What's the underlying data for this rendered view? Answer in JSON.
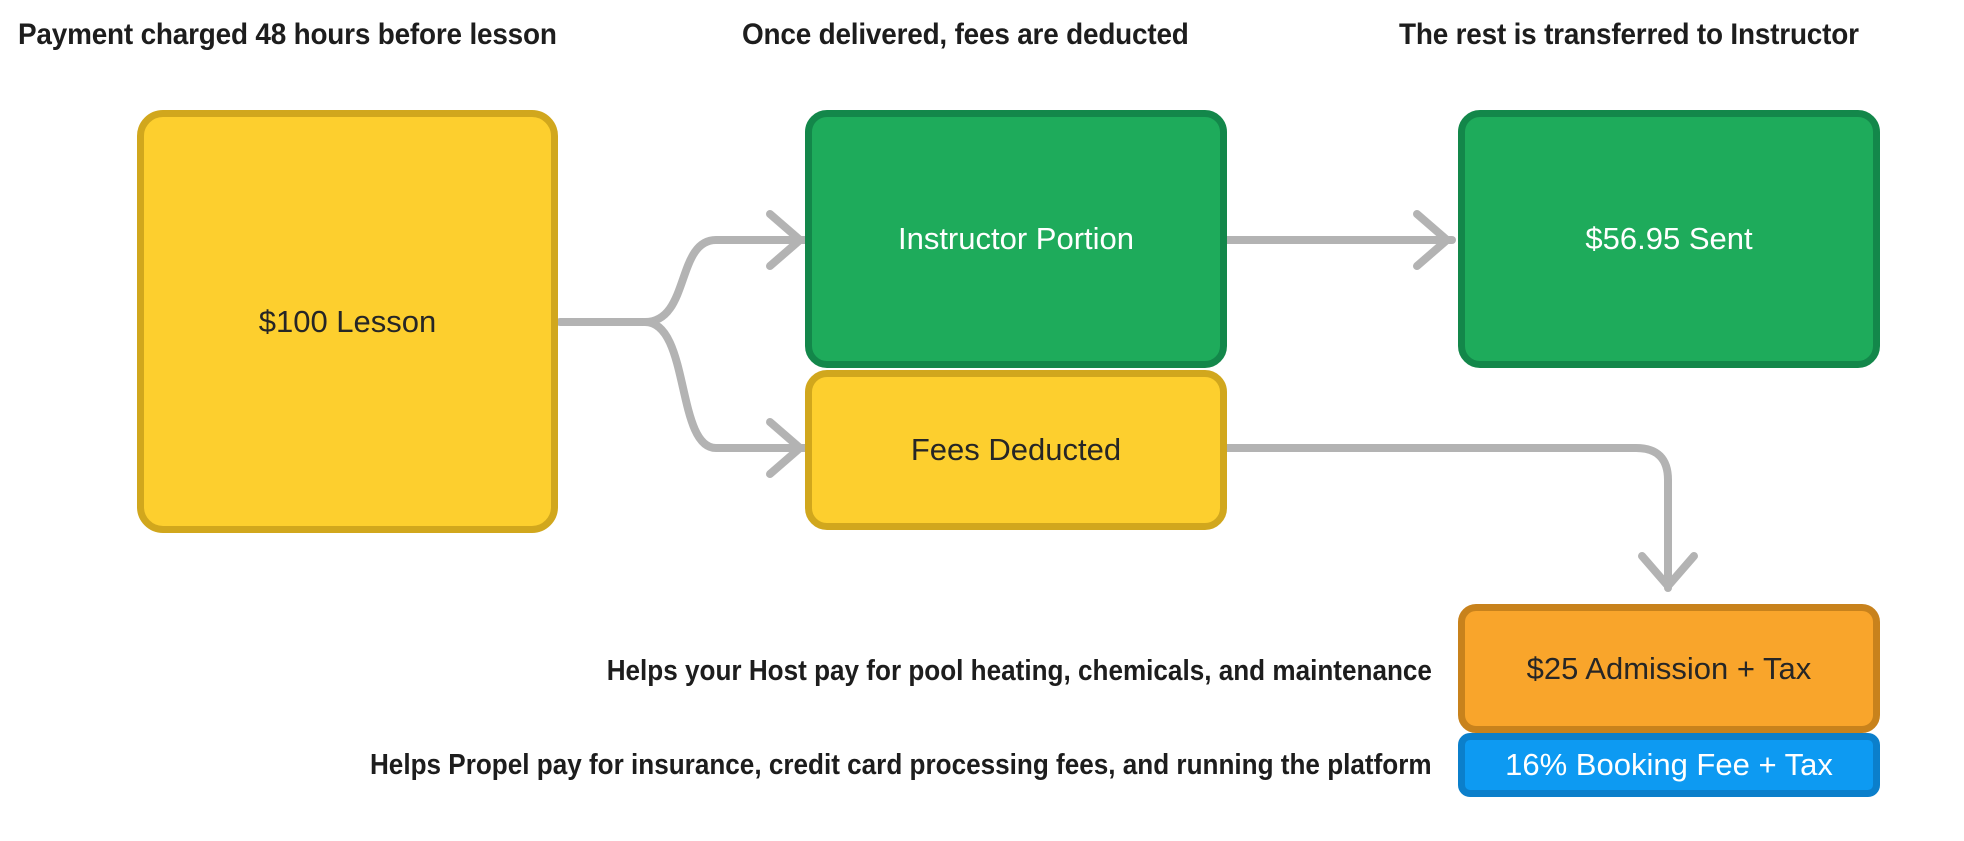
{
  "headers": [
    {
      "id": "step-1",
      "text": "Payment charged 48 hours before lesson"
    },
    {
      "id": "step-2",
      "text": "Once delivered, fees are deducted"
    },
    {
      "id": "step-3",
      "text": "The rest is transferred to Instructor"
    }
  ],
  "nodes": {
    "lesson": {
      "label": "$100 Lesson"
    },
    "instructor_portion": {
      "label": "Instructor Portion"
    },
    "fees_deducted": {
      "label": "Fees Deducted"
    },
    "sent": {
      "label": "$56.95 Sent"
    },
    "admission": {
      "label": "$25 Admission + Tax"
    },
    "booking_fee": {
      "label": "16% Booking Fee + Tax"
    }
  },
  "footnotes": [
    {
      "id": "host-note",
      "text": "Helps your Host pay for pool heating, chemicals, and maintenance"
    },
    {
      "id": "propel-note",
      "text": "Helps Propel pay for insurance, credit card processing fees, and running the platform"
    }
  ],
  "colors": {
    "yellow_fill": "#FDCF2E",
    "yellow_border": "#D1A71D",
    "green_fill": "#1EAB5B",
    "green_border": "#13874A",
    "orange_fill": "#F9A52B",
    "orange_border": "#C8821C",
    "blue_fill": "#0D9AF2",
    "blue_border": "#0B7FCB",
    "connector": "#B3B3B3",
    "text_dark": "#1d1d1d"
  }
}
